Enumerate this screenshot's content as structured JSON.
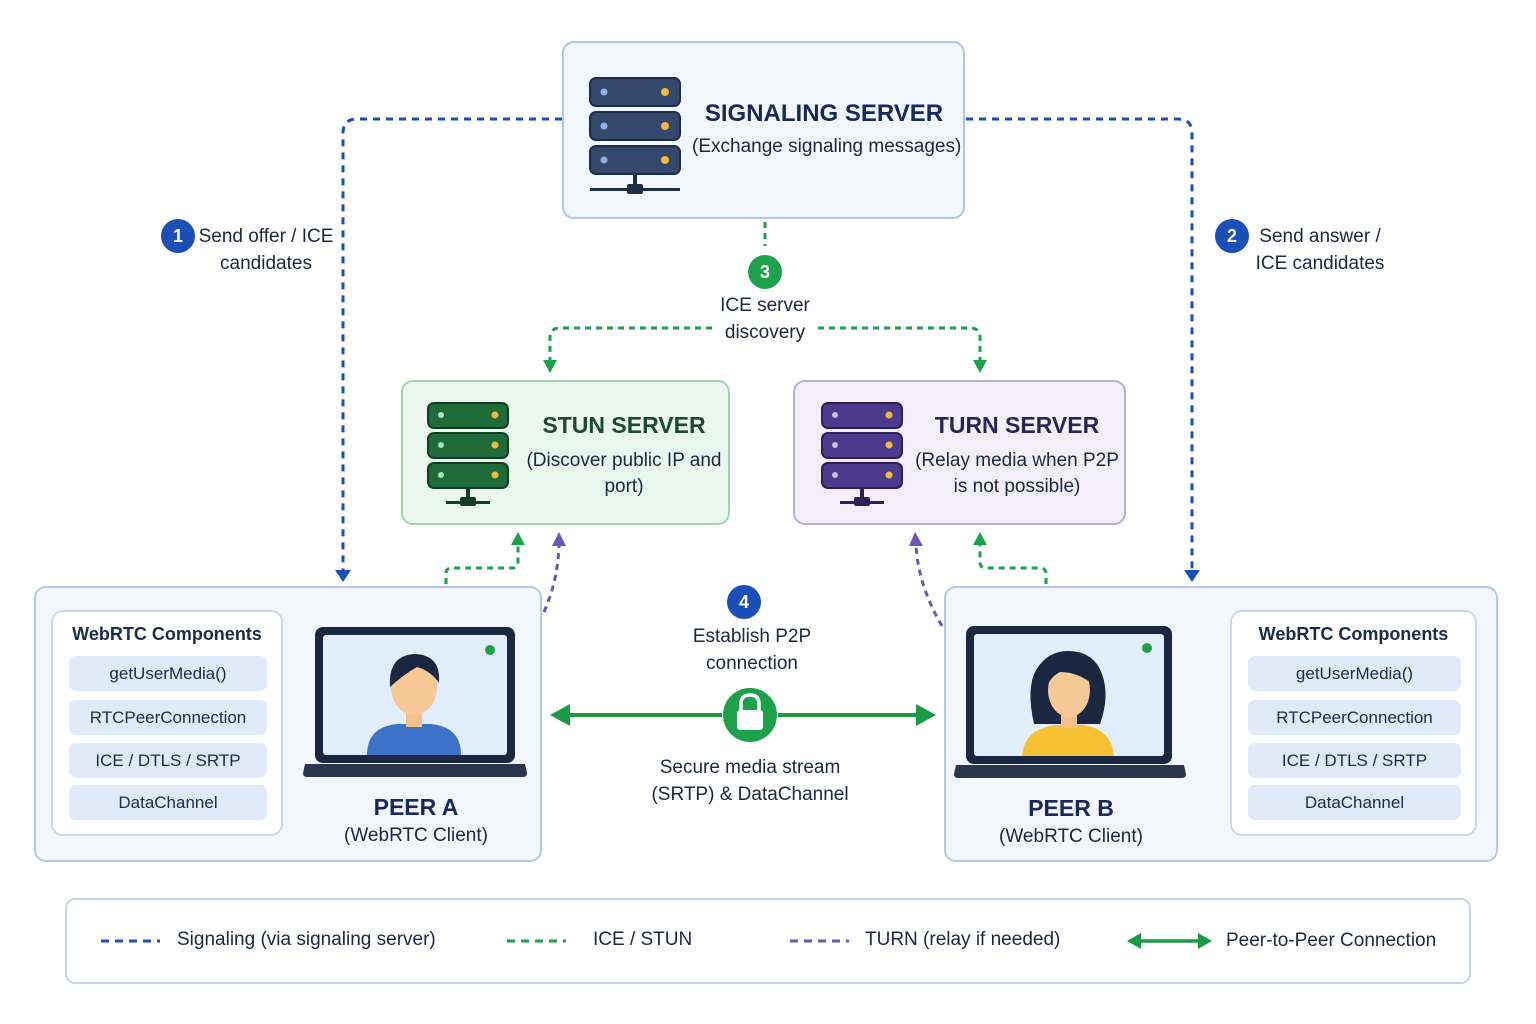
{
  "signaling_server": {
    "title": "SIGNALING SERVER",
    "subtitle": "(Exchange signaling messages)"
  },
  "stun_server": {
    "title": "STUN SERVER",
    "subtitle": "(Discover public IP and port)"
  },
  "turn_server": {
    "title": "TURN SERVER",
    "subtitle": "(Relay media when P2P is not possible)"
  },
  "steps": [
    {
      "number": "1",
      "label": "Send offer / ICE candidates"
    },
    {
      "number": "2",
      "label": "Send answer / ICE candidates"
    },
    {
      "number": "3",
      "label": "ICE server discovery"
    },
    {
      "number": "4",
      "label": "Establish P2P connection"
    }
  ],
  "connection": {
    "stream_label": "Secure media stream (SRTP) & DataChannel"
  },
  "peer_a": {
    "name": "PEER A",
    "subtitle": "(WebRTC Client)",
    "components_title": "WebRTC Components",
    "components": [
      "getUserMedia()",
      "RTCPeerConnection",
      "ICE / DTLS / SRTP",
      "DataChannel"
    ]
  },
  "peer_b": {
    "name": "PEER B",
    "subtitle": "(WebRTC Client)",
    "components_title": "WebRTC Components",
    "components": [
      "getUserMedia()",
      "RTCPeerConnection",
      "ICE / DTLS / SRTP",
      "DataChannel"
    ]
  },
  "legend": [
    {
      "label": "Signaling (via signaling server)",
      "style": "dashed",
      "color": "#1a4fb8"
    },
    {
      "label": "ICE / STUN",
      "style": "dashed",
      "color": "#1ca24a"
    },
    {
      "label": "TURN (relay if needed)",
      "style": "dashed",
      "color": "#6f54b8"
    },
    {
      "label": "Peer-to-Peer Connection",
      "style": "double-arrow",
      "color": "#1a9a45"
    }
  ],
  "colors": {
    "signaling": "#1a4fb8",
    "ice": "#1ca24a",
    "turn": "#6f54b8",
    "p2p": "#1a9a45",
    "server_signaling": "#34486b",
    "server_stun": "#1f6b3a",
    "server_turn": "#4c3a8c"
  },
  "icons": [
    "server-icon",
    "laptop-icon",
    "user-avatar-icon",
    "lock-icon"
  ]
}
